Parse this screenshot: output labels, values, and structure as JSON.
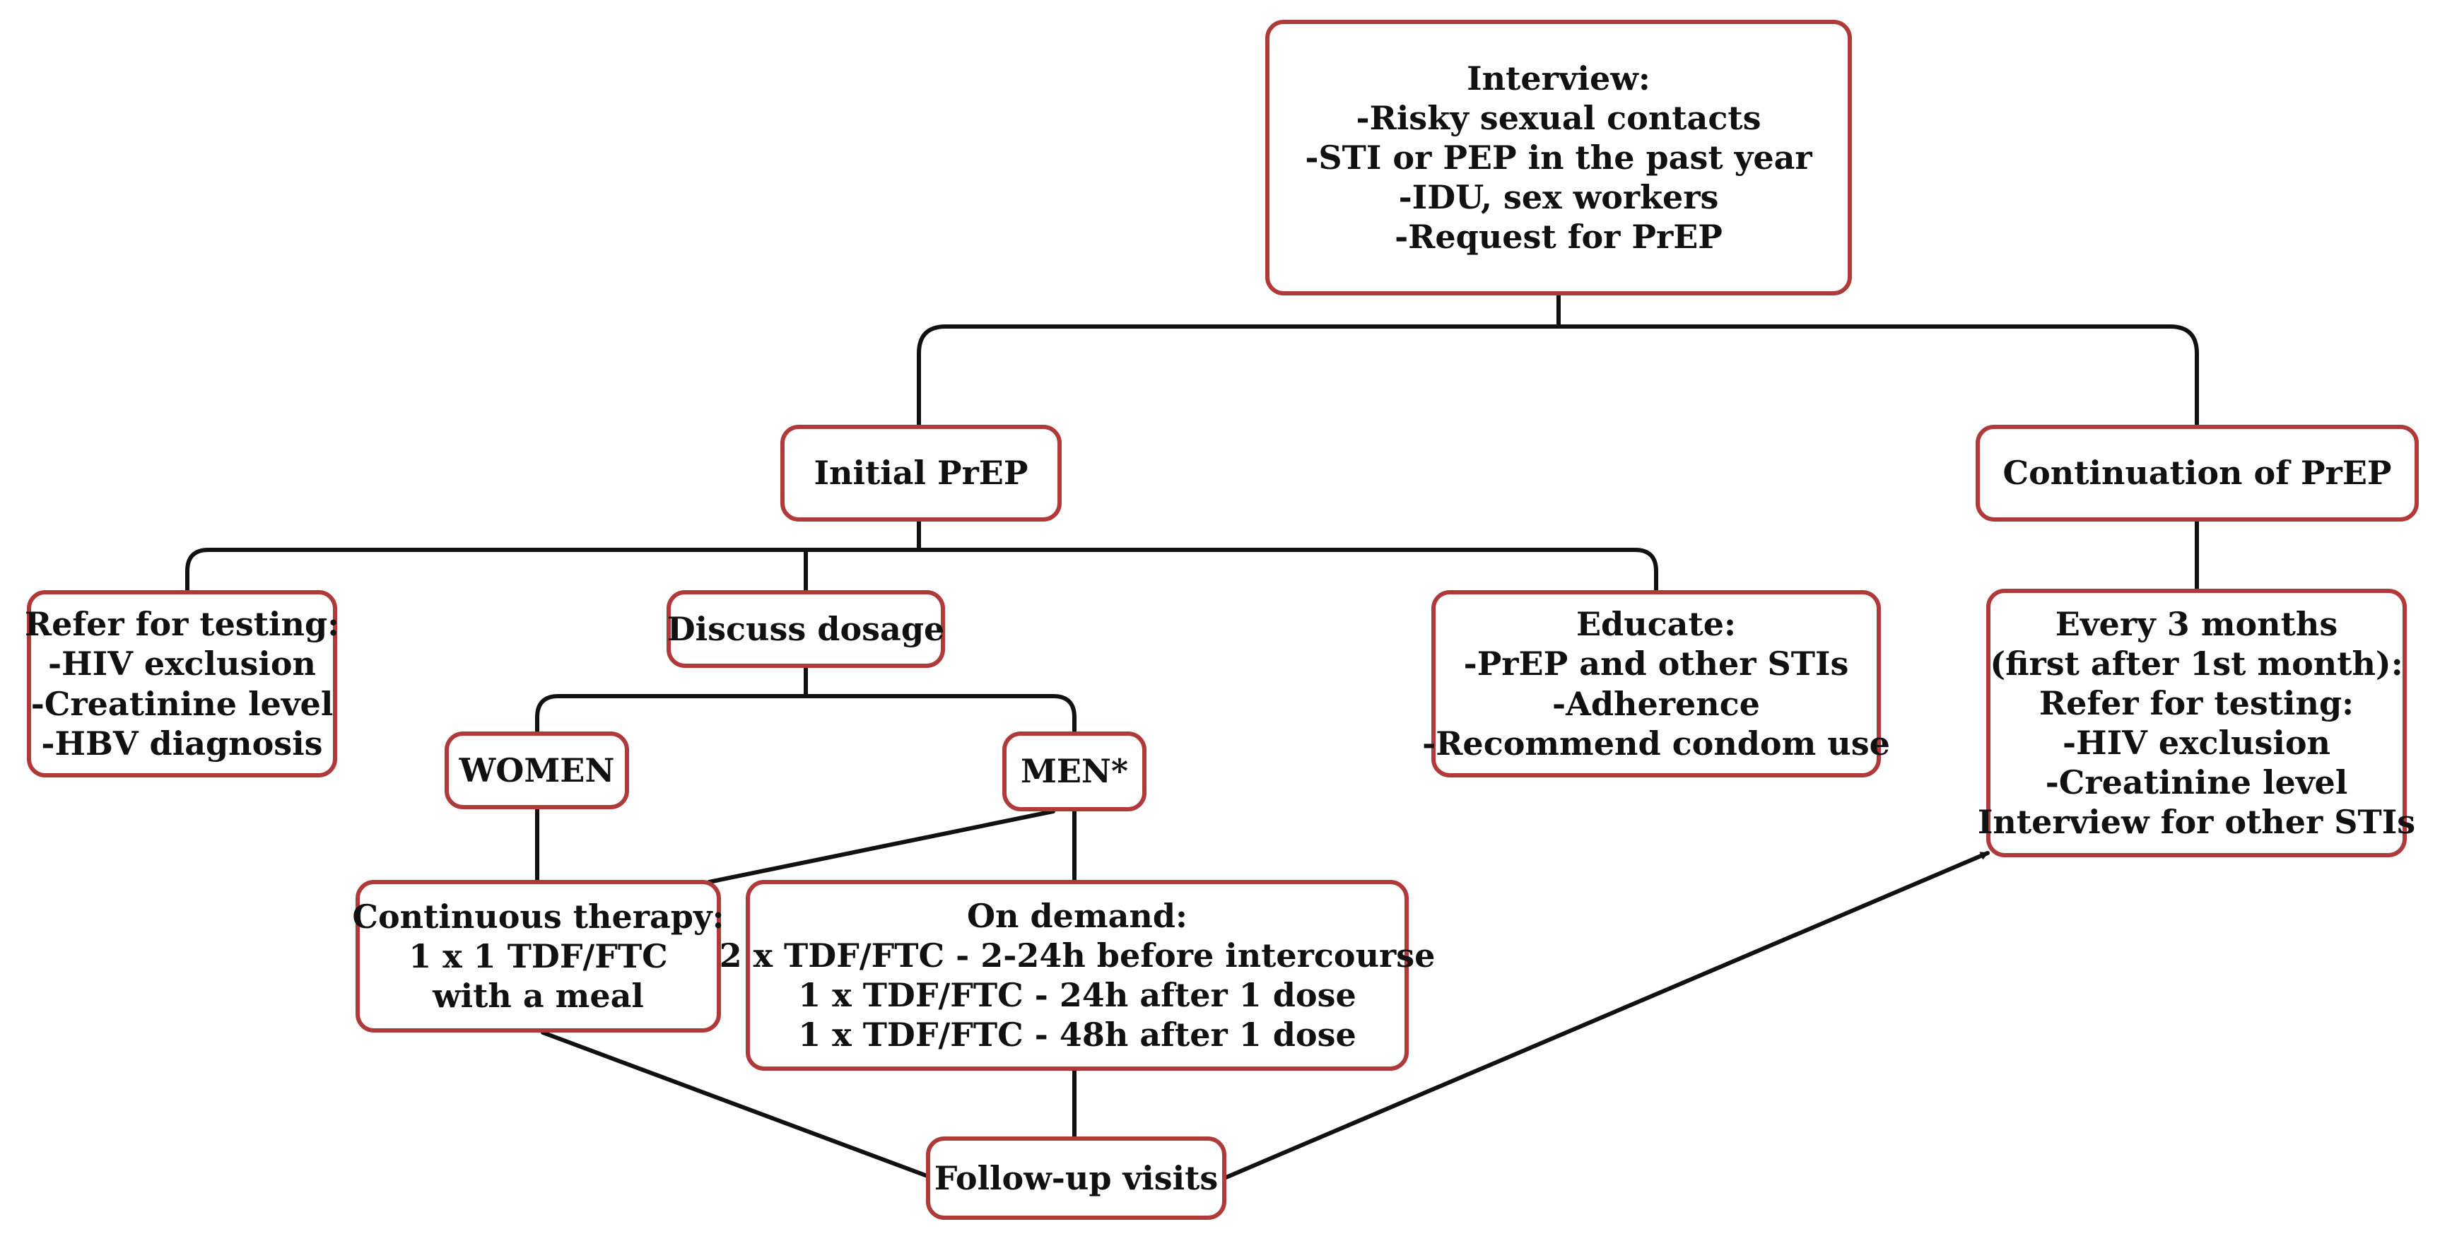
{
  "diagram": {
    "border_color": "#b03a3a",
    "edge_color": "#111111",
    "nodes": {
      "interview": {
        "lines": [
          "Interview:",
          "-Risky sexual contacts",
          "-STI or PEP in the past year",
          "-IDU, sex workers",
          "-Request for PrEP"
        ]
      },
      "initial_prep": {
        "lines": [
          "Initial PrEP"
        ]
      },
      "continuation_prep": {
        "lines": [
          "Continuation of PrEP"
        ]
      },
      "refer_testing": {
        "lines": [
          "Refer for testing:",
          "-HIV exclusion",
          "-Creatinine level",
          "-HBV diagnosis"
        ]
      },
      "discuss_dosage": {
        "lines": [
          "Discuss dosage"
        ]
      },
      "educate": {
        "lines": [
          "Educate:",
          "-PrEP and other STIs",
          "-Adherence",
          "-Recommend condom use"
        ]
      },
      "every_3_months": {
        "lines": [
          "Every 3 months",
          "(first after 1st month):",
          "Refer for testing:",
          "-HIV exclusion",
          "-Creatinine level",
          "Interview for other STIs"
        ]
      },
      "women": {
        "lines": [
          "WOMEN"
        ]
      },
      "men": {
        "lines": [
          "MEN*"
        ]
      },
      "continuous_therapy": {
        "lines": [
          "Continuous therapy:",
          "1 x 1 TDF/FTC",
          "with a meal"
        ]
      },
      "on_demand": {
        "lines": [
          "On demand:",
          "2 x TDF/FTC - 2-24h before intercourse",
          "1 x TDF/FTC - 24h after 1 dose",
          "1 x TDF/FTC - 48h after 1 dose"
        ]
      },
      "follow_up": {
        "lines": [
          "Follow-up visits"
        ]
      }
    }
  }
}
